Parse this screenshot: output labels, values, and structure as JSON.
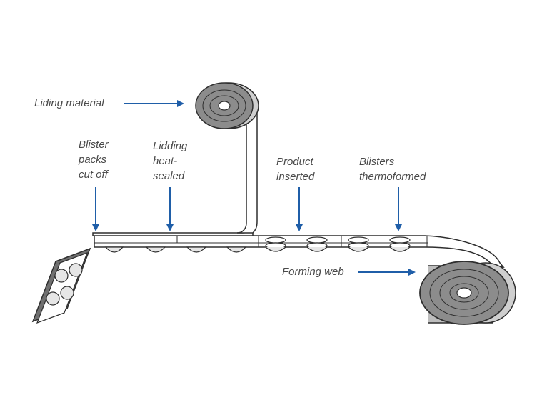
{
  "labels": {
    "liding_material": "Liding material",
    "blister_packs_cut_off": [
      "Blister",
      "packs",
      "cut off"
    ],
    "lidding_heat_sealed": [
      "Lidding",
      "heat-",
      "sealed"
    ],
    "product_inserted": [
      "Product",
      "inserted"
    ],
    "blisters_thermoformed": [
      "Blisters",
      "thermoformed"
    ],
    "forming_web": "Forming web"
  },
  "colors": {
    "arrow": "#1f5ea8",
    "roll_fill": "#8c8c8c",
    "outline": "#2e2e2e",
    "text": "#4a4a4a"
  }
}
